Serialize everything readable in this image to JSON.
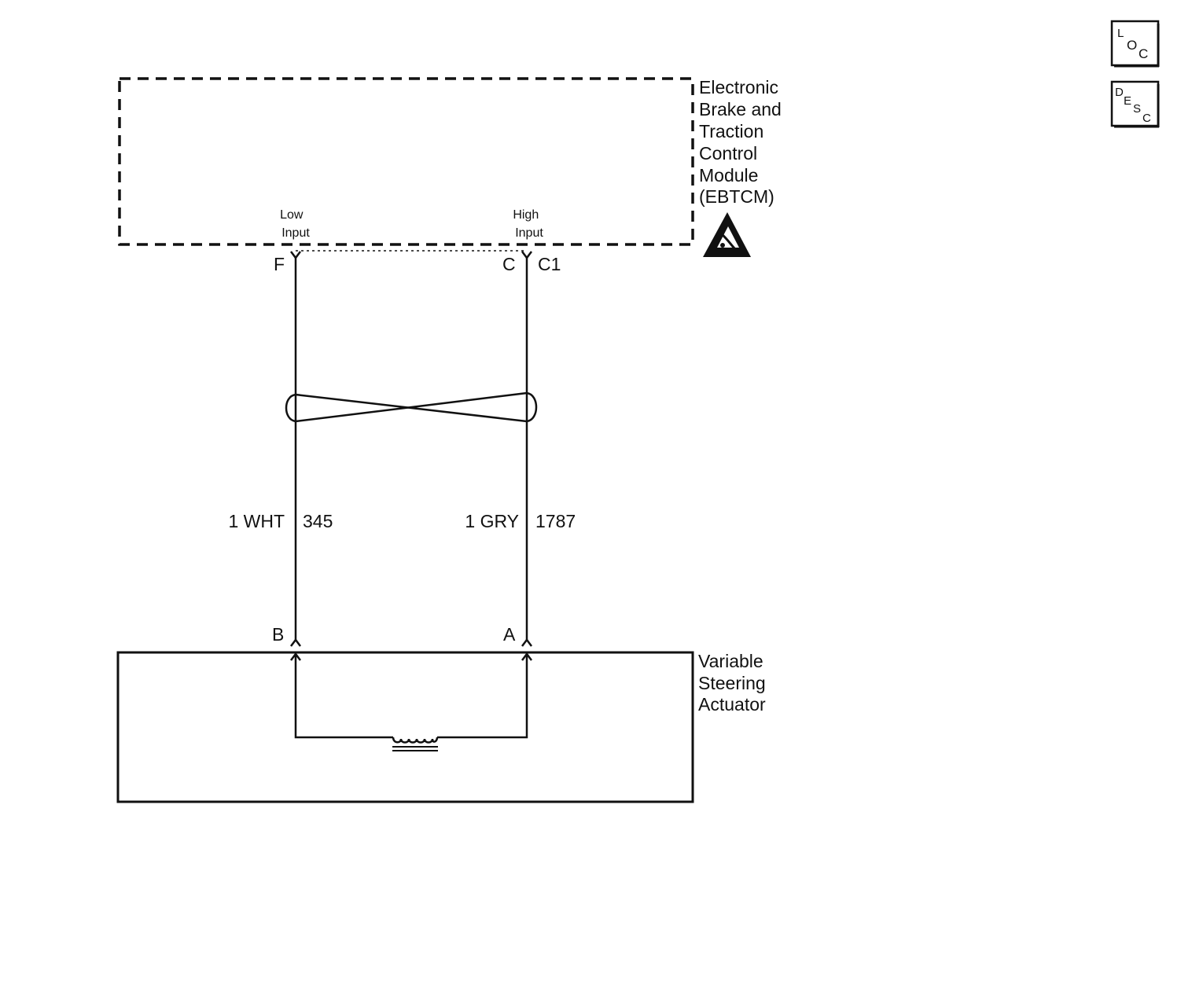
{
  "module": {
    "name_lines": [
      "Electronic",
      "Brake and",
      "Traction",
      "Control",
      "Module",
      "(EBTCM)"
    ],
    "low_input": [
      "Low",
      "Input"
    ],
    "high_input": [
      "High",
      "Input"
    ],
    "pin_low": "F",
    "pin_high": "C",
    "connector": "C1"
  },
  "wires": {
    "low": {
      "size_color": "1 WHT",
      "circuit": "345"
    },
    "high": {
      "size_color": "1 GRY",
      "circuit": "1787"
    }
  },
  "actuator": {
    "name_lines": [
      "Variable",
      "Steering",
      "Actuator"
    ],
    "pin_low": "B",
    "pin_high": "A"
  },
  "nav": {
    "loc": {
      "l1": "L",
      "l2": "O",
      "l3": "C"
    },
    "desc": {
      "l1": "D",
      "l2": "E",
      "l3": "S",
      "l4": "C"
    }
  },
  "icons": {
    "esd": "esd-warning-icon",
    "coil": "solenoid-coil-icon"
  }
}
